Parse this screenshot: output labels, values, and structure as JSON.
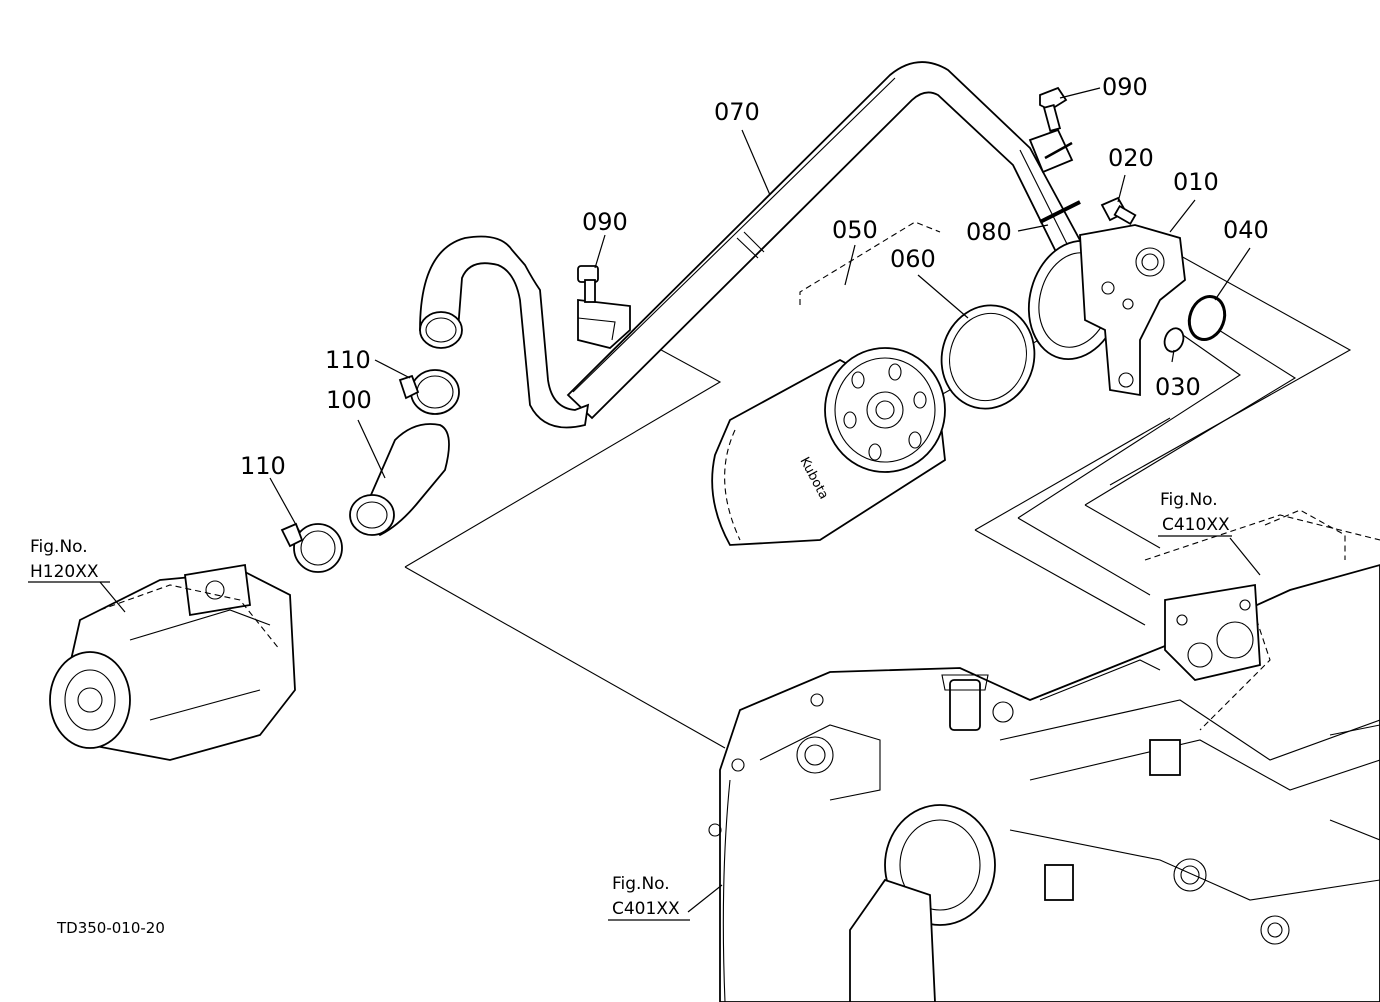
{
  "parts": [
    {
      "id": "p090a",
      "number": "090"
    },
    {
      "id": "p070",
      "number": "070"
    },
    {
      "id": "p020",
      "number": "020"
    },
    {
      "id": "p010",
      "number": "010"
    },
    {
      "id": "p050",
      "number": "050"
    },
    {
      "id": "p060",
      "number": "060"
    },
    {
      "id": "p080",
      "number": "080"
    },
    {
      "id": "p040",
      "number": "040"
    },
    {
      "id": "p090b",
      "number": "090"
    },
    {
      "id": "p030",
      "number": "030"
    },
    {
      "id": "p110a",
      "number": "110"
    },
    {
      "id": "p100",
      "number": "100"
    },
    {
      "id": "p110b",
      "number": "110"
    }
  ],
  "figure_refs": [
    {
      "id": "h120",
      "prefix": "Fig.No.",
      "code": "H120XX"
    },
    {
      "id": "c410",
      "prefix": "Fig.No.",
      "code": "C410XX"
    },
    {
      "id": "c401",
      "prefix": "Fig.No.",
      "code": "C401XX"
    }
  ],
  "filter_brand": "Kubota",
  "drawing_code": "TD350-010-20"
}
